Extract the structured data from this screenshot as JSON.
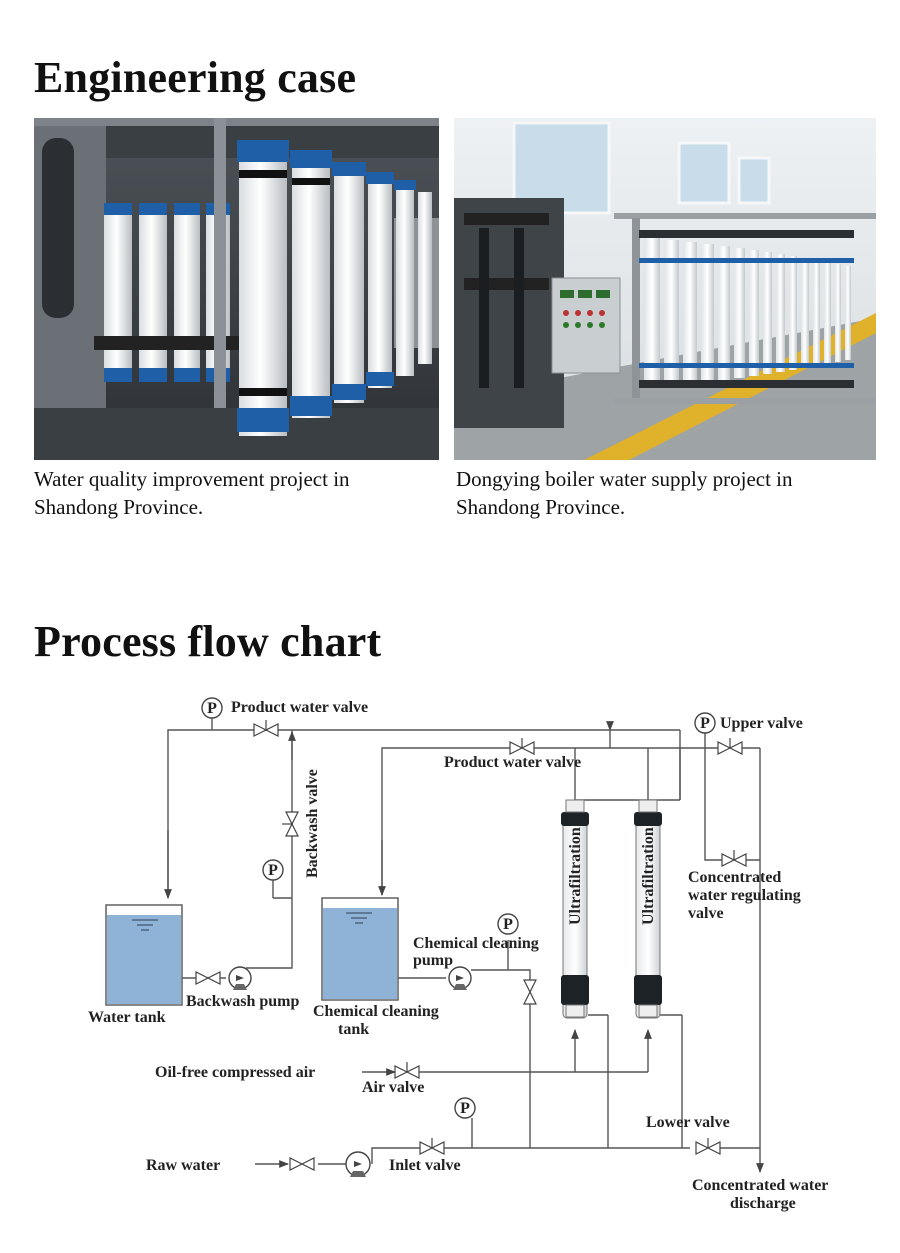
{
  "section1": {
    "title": "Engineering case",
    "cases": [
      {
        "caption": "Water quality improvement project in Shandong Province."
      },
      {
        "caption": "Dongying boiler water supply project in Shandong Province."
      }
    ]
  },
  "section2": {
    "title": "Process flow chart"
  },
  "diagram": {
    "labels": {
      "product_water_valve_1": "Product water valve",
      "upper_valve": "Upper valve",
      "product_water_valve_2": "Product water valve",
      "backwash_valve": "Backwash valve",
      "concentrated_regulating_l1": "Concentrated",
      "concentrated_regulating_l2": "water regulating",
      "concentrated_regulating_l3": "valve",
      "chemical_cleaning_pump_l1": "Chemical cleaning",
      "chemical_cleaning_pump_l2": "pump",
      "water_tank": "Water tank",
      "backwash_pump": "Backwash pump",
      "chemical_cleaning_tank_l1": "Chemical cleaning",
      "chemical_cleaning_tank_l2": "tank",
      "oil_free_air": "Oil-free compressed air",
      "air_valve": "Air valve",
      "lower_valve": "Lower valve",
      "raw_water": "Raw water",
      "inlet_valve": "Inlet valve",
      "concentrated_discharge_l1": "Concentrated water",
      "concentrated_discharge_l2": "discharge",
      "uf_1": "Ultrafiltration",
      "uf_2": "Ultrafiltration",
      "gauge": "P"
    }
  },
  "colors": {
    "tank_water": "#8fb3d6",
    "membrane_blue": "#1f5fa8",
    "pipe": "#555555"
  }
}
